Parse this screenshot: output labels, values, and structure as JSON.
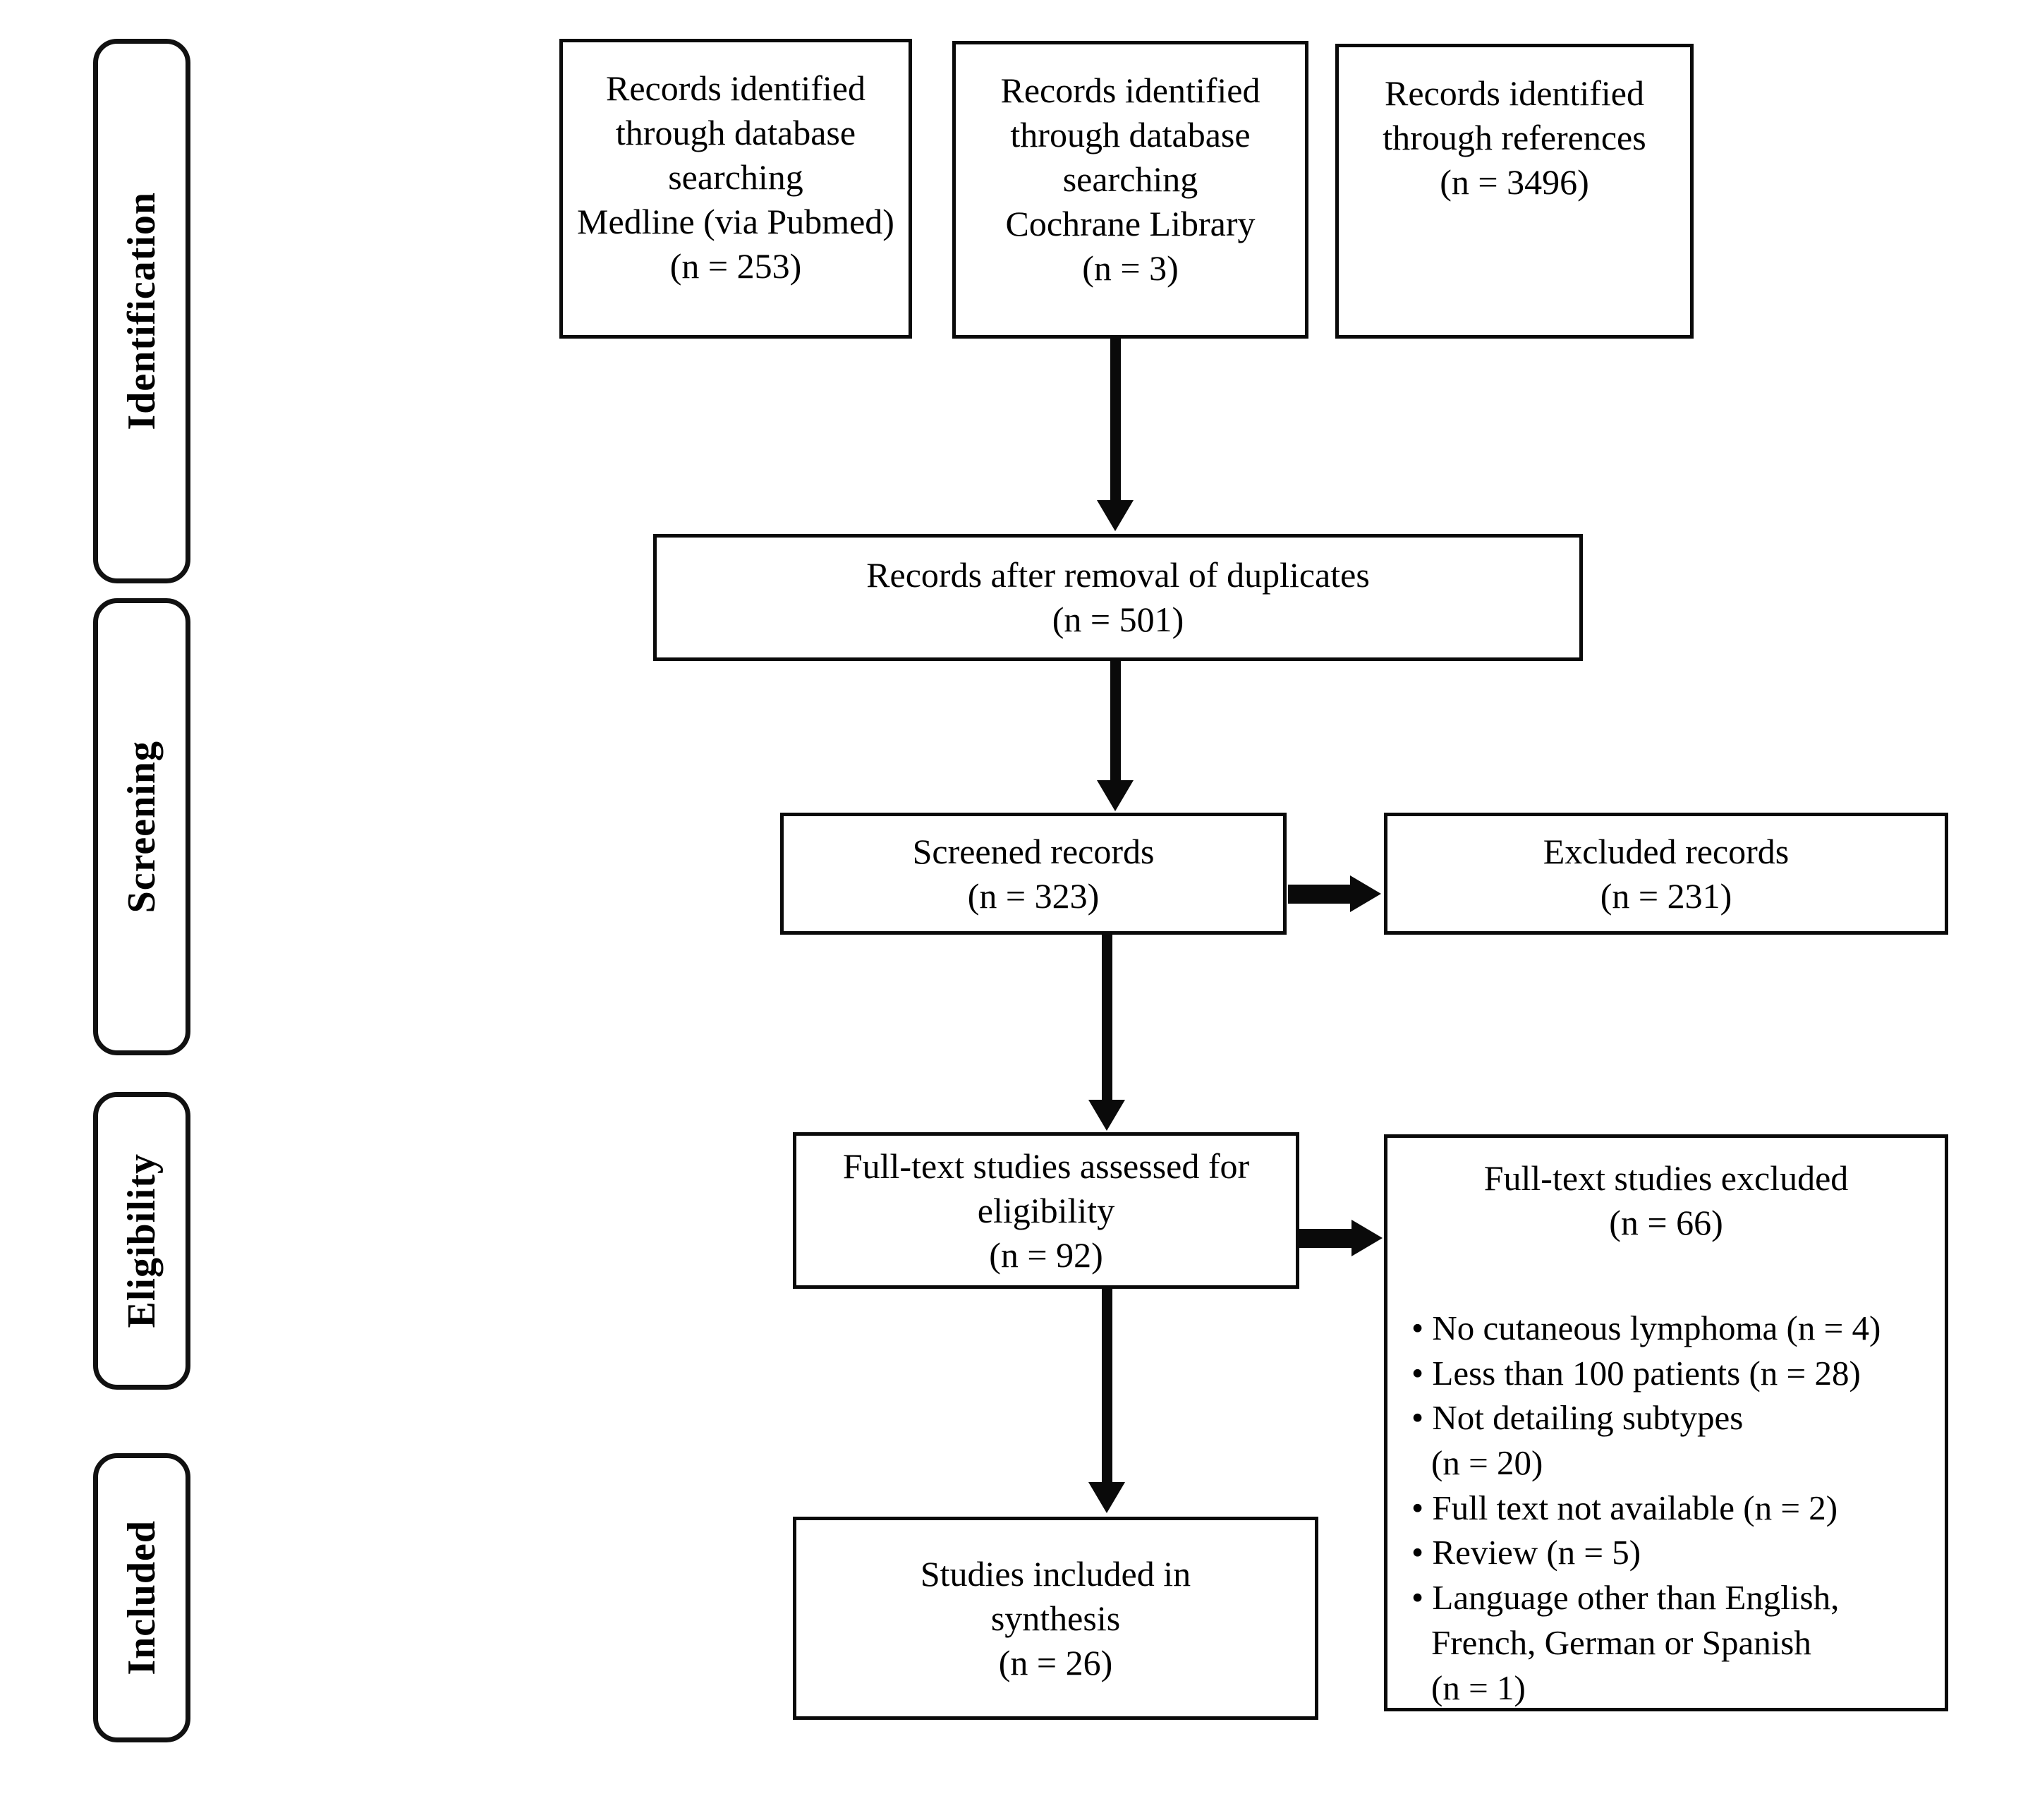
{
  "diagram": {
    "title": "PRISMA study selection flow diagram",
    "accent_color": "#0a0a0a",
    "background_color": "#ffffff"
  },
  "stages": [
    {
      "id": "identification",
      "label": "Identification"
    },
    {
      "id": "screening",
      "label": "Screening"
    },
    {
      "id": "eligibility",
      "label": "Eligibility"
    },
    {
      "id": "included",
      "label": "Included"
    }
  ],
  "boxes": {
    "medline": {
      "text": "Records identified\nthrough database\nsearching\nMedline (via Pubmed)\n(n = 253)",
      "count": 253,
      "source": "Medline (via Pubmed)"
    },
    "cochrane": {
      "text": "Records identified\nthrough database\nsearching\nCochrane Library\n(n = 3)",
      "count": 3,
      "source": "Cochrane Library"
    },
    "references": {
      "text": "Records identified\nthrough references\n(n = 3496)",
      "count": 3496,
      "source": "references"
    },
    "duplicates": {
      "text": "Records after removal of duplicates\n(n = 501)",
      "count": 501
    },
    "screened": {
      "text": "Screened records\n(n = 323)",
      "count": 323
    },
    "excluded_records": {
      "text": "Excluded records\n(n = 231)",
      "count": 231
    },
    "fulltext_assessed": {
      "text": "Full-text studies assessed for\neligibility\n(n = 92)",
      "count": 92
    },
    "fulltext_excluded": {
      "heading": "Full-text studies excluded\n(n = 66)",
      "count": 66,
      "reasons": [
        {
          "label": "• No cutaneous lymphoma  (n = 4)",
          "reason": "No cutaneous lymphoma",
          "count": 4
        },
        {
          "label": "• Less than 100 patients (n = 28)",
          "reason": "Less than 100 patients",
          "count": 28
        },
        {
          "label": "• Not detailing subtypes\n (n = 20)",
          "reason": "Not detailing subtypes",
          "count": 20
        },
        {
          "label": "• Full text not available (n = 2)",
          "reason": "Full text not available",
          "count": 2
        },
        {
          "label": "• Review (n = 5)",
          "reason": "Review",
          "count": 5
        },
        {
          "label": "• Language other than English,\n French, German or Spanish\n (n = 1)",
          "reason": "Language other than English, French, German or Spanish",
          "count": 1
        }
      ]
    },
    "included_synthesis": {
      "text": "Studies included in\nsynthesis\n(n = 26)",
      "count": 26
    }
  }
}
